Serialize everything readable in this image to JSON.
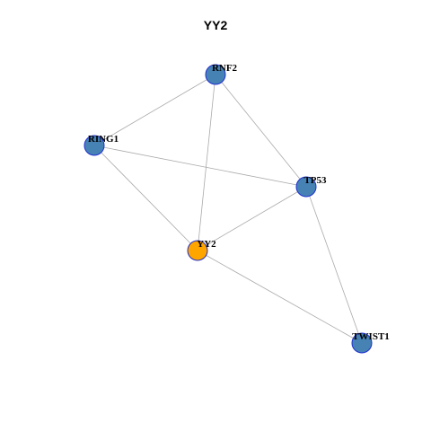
{
  "title": "YY2",
  "colors": {
    "edge": "#aaaaaa",
    "node_stroke": "#1f2fd0",
    "node_default": "#4682b4",
    "node_focus": "#ffa500"
  },
  "nodes": [
    {
      "id": "RNF2",
      "label": "RNF2",
      "role": "default"
    },
    {
      "id": "RING1",
      "label": "RING1",
      "role": "default"
    },
    {
      "id": "TP53",
      "label": "TP53",
      "role": "default"
    },
    {
      "id": "YY2",
      "label": "YY2",
      "role": "focus"
    },
    {
      "id": "TWIST1",
      "label": "TWIST1",
      "role": "default"
    }
  ],
  "edges": [
    {
      "source": "RNF2",
      "target": "RING1"
    },
    {
      "source": "RNF2",
      "target": "TP53"
    },
    {
      "source": "RNF2",
      "target": "YY2"
    },
    {
      "source": "RING1",
      "target": "TP53"
    },
    {
      "source": "RING1",
      "target": "YY2"
    },
    {
      "source": "TP53",
      "target": "YY2"
    },
    {
      "source": "TP53",
      "target": "TWIST1"
    },
    {
      "source": "YY2",
      "target": "TWIST1"
    }
  ]
}
